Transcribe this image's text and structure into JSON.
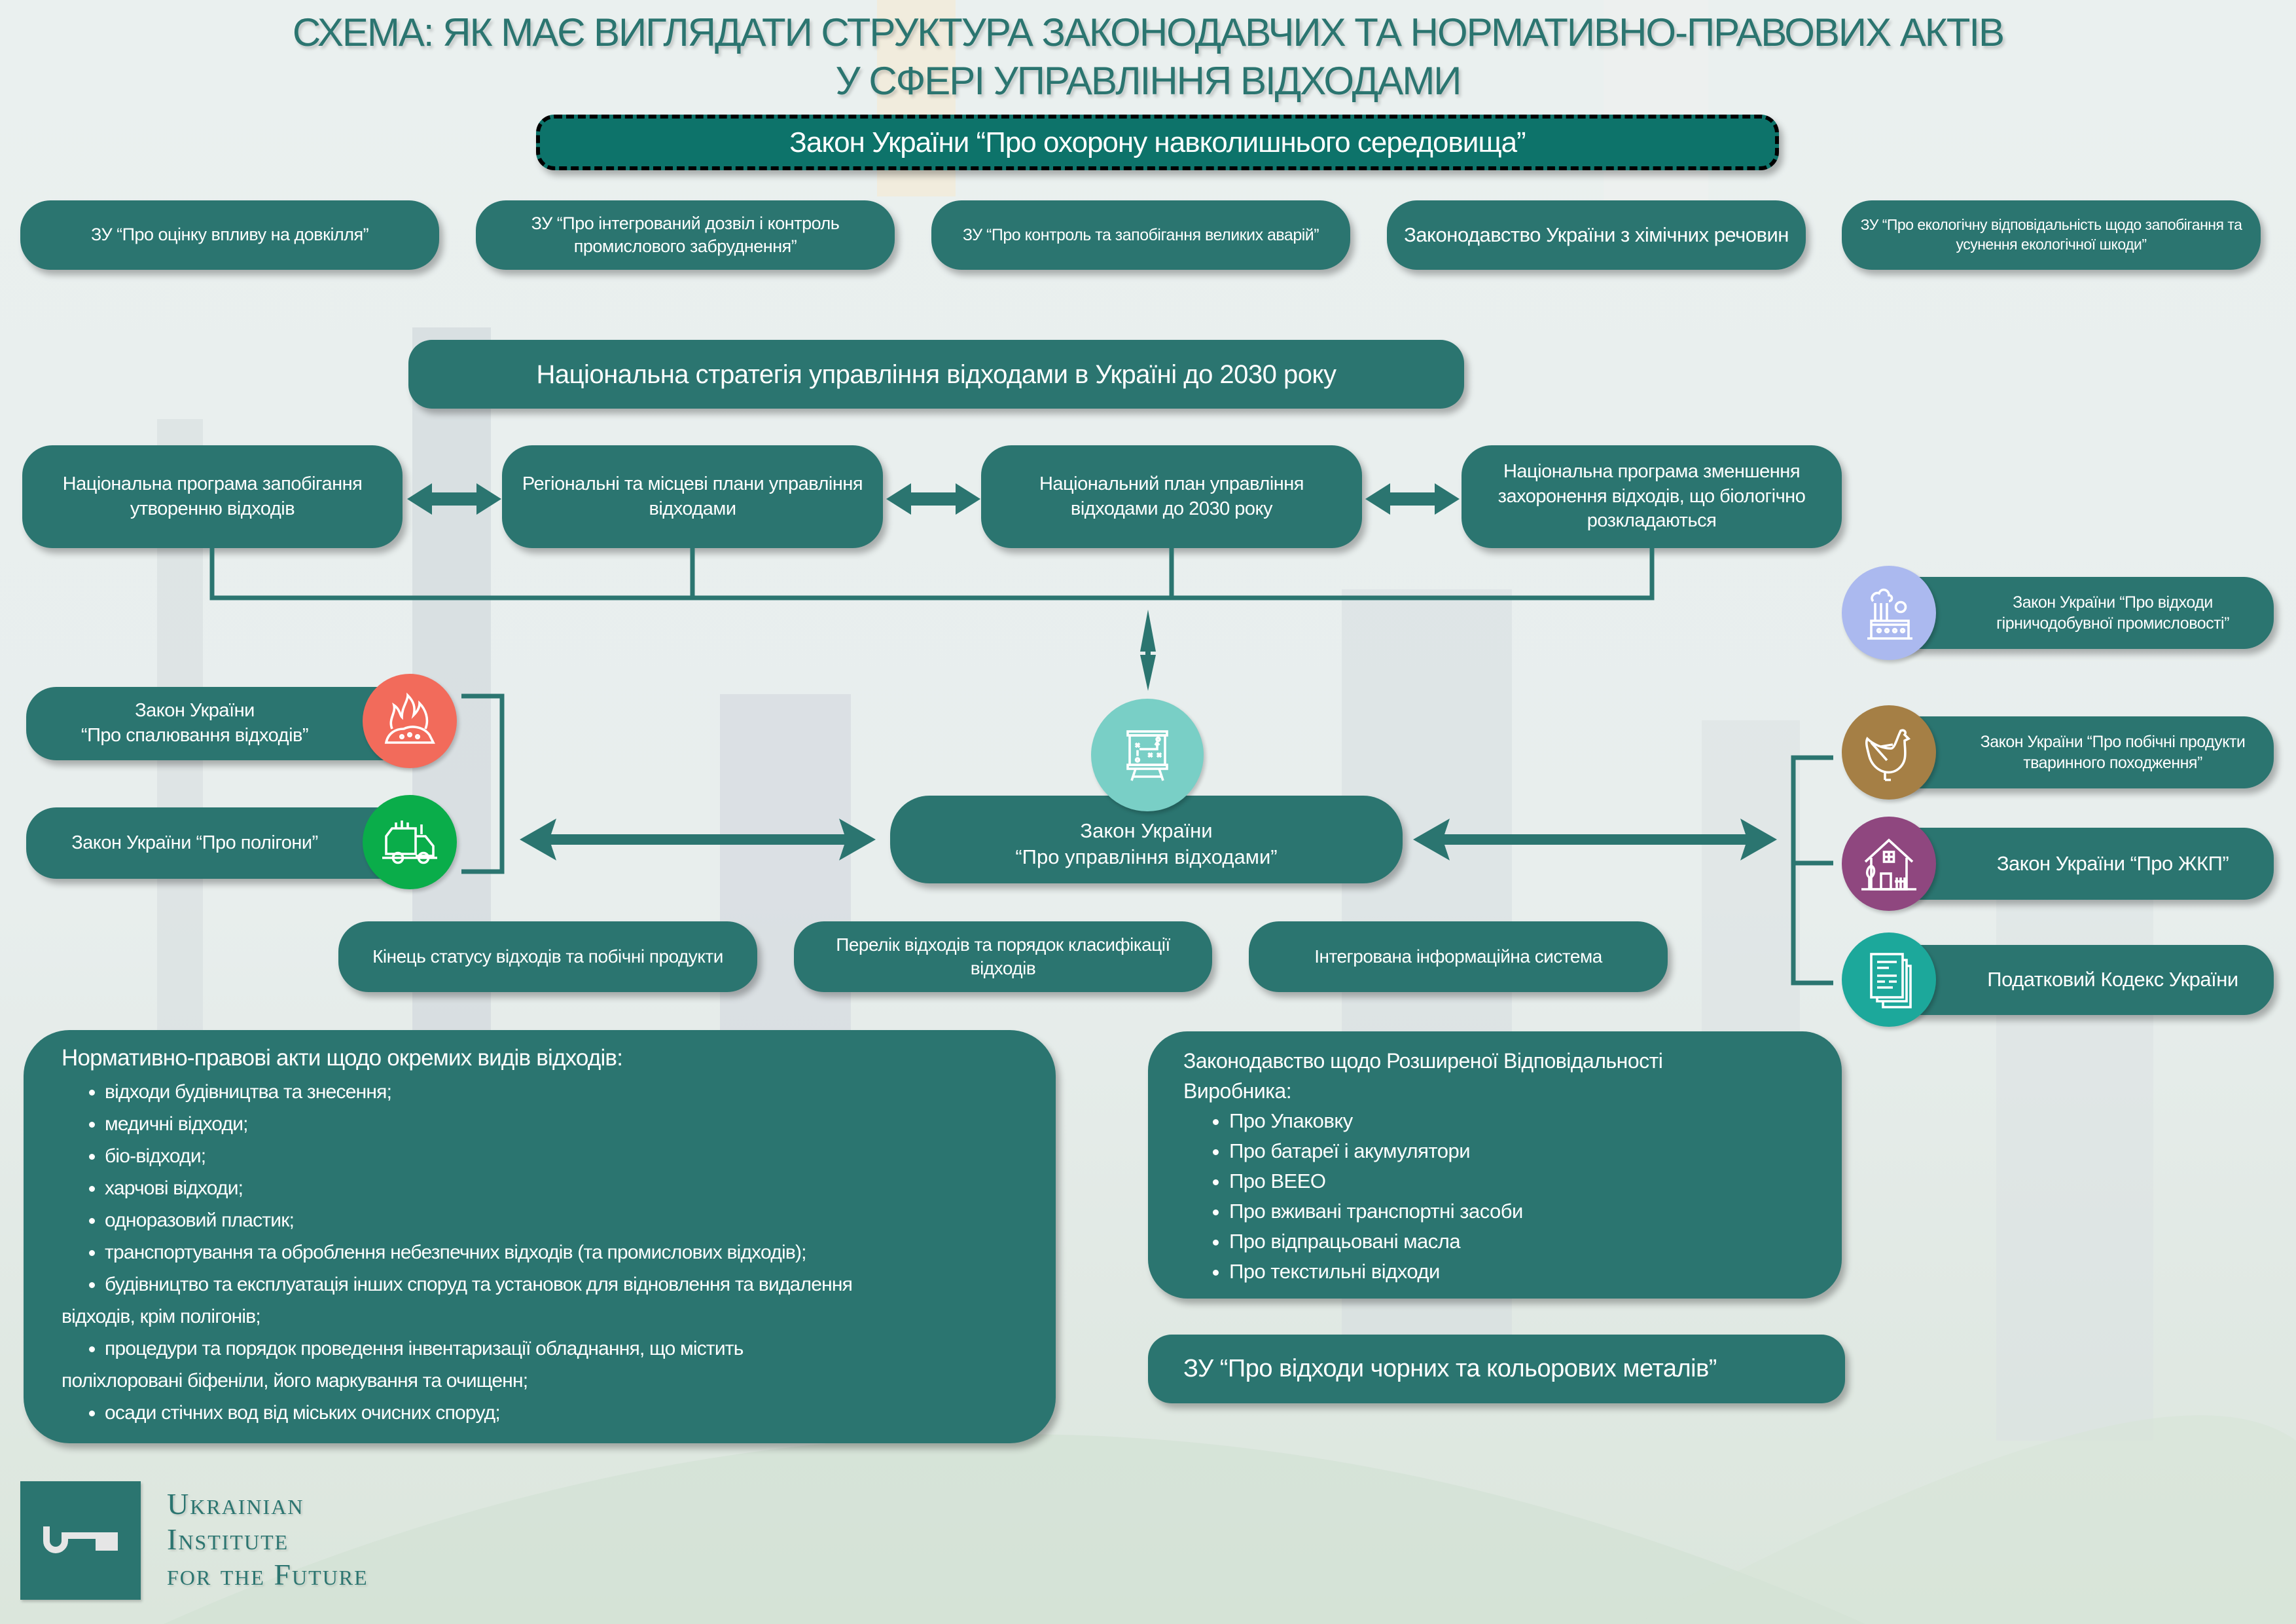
{
  "title": {
    "line1": "СХЕМА: ЯК МАЄ ВИГЛЯДАТИ СТРУКТУРА ЗАКОНОДАВЧИХ ТА НОРМАТИВНО-ПРАВОВИХ АКТІВ",
    "line2": "У СФЕРІ УПРАВЛІННЯ ВІДХОДАМИ"
  },
  "main_law": "Закон України “Про охорону навколишнього середовища”",
  "top_row": [
    "ЗУ “Про оцінку впливу на довкілля”",
    "ЗУ “Про інтегрований дозвіл і контроль промислового забруднення”",
    "ЗУ “Про контроль та запобігання великих аварій”",
    "Законодавство України з хімічних речовин",
    "ЗУ “Про екологічну відповідальність щодо запобігання та усунення екологічної шкоди”"
  ],
  "strategy": "Національна стратегія управління відходами в Україні до 2030 року",
  "plans": [
    "Національна програма запобігання утворенню відходів",
    "Регіональні та місцеві плани управління відходами",
    "Національний план управління відходами до 2030 року",
    "Національна програма зменшення захоронення відходів, що біологічно розкладаються"
  ],
  "central_law": {
    "line1": "Закон України",
    "line2": "“Про управління відходами”",
    "icon": "strategy-board-icon",
    "icon_color": "#79cfc6"
  },
  "left_laws": [
    {
      "line1": "Закон України",
      "line2": "“Про спалювання відходів”",
      "icon": "burning-waste-icon",
      "color": "#f26b5b"
    },
    {
      "line1": "Закон України “Про полігони”",
      "line2": "",
      "icon": "garbage-truck-icon",
      "color": "#0aad4a"
    }
  ],
  "right_laws": [
    {
      "text": "Закон України “Про відходи гірничодобувної промисловості”",
      "icon": "factory-icon",
      "color": "#abb9ef"
    },
    {
      "text": "Закон України “Про побічні продукти тваринного походження”",
      "icon": "chicken-icon",
      "color": "#a57f45"
    },
    {
      "text": "Закон України “Про ЖКП”",
      "icon": "house-icon",
      "color": "#8f477f"
    },
    {
      "text": "Податковий Кодекс України",
      "icon": "documents-icon",
      "color": "#1ca89b"
    }
  ],
  "bottom_row": [
    "Кінець статусу відходів та побічні продукти",
    "Перелік відходів та порядок класифікації відходів",
    "Інтегрована інформаційна система"
  ],
  "specific_acts": {
    "title": "Нормативно-правові акти щодо окремих видів відходів:",
    "items": [
      "відходи будівництва та знесення;",
      "медичні відходи;",
      "біо-відходи;",
      "харчові відходи;",
      "одноразовий пластик;",
      "транспортування та оброблення небезпечних відходів (та промислових відходів);",
      "будівництво та експлуатація інших споруд та установок для відновлення та видалення",
      "процедури та порядок проведення інвентаризації обладнання, що містить",
      "осади стічних вод від міських очисних споруд;"
    ],
    "continuations": {
      "6": "відходів, крім полігонів;",
      "7": "поліхлоровані біфеніли, його маркування та очищенн;"
    }
  },
  "epr": {
    "title": "Законодавство щодо Розширеної Відповідальності Виробника:",
    "items": [
      "Про Упаковку",
      "Про батареї і акумулятори",
      "Про ВЕЕО",
      "Про вживані транспортні засоби",
      "Про відпрацьовані масла",
      "Про текстильні відходи"
    ]
  },
  "metals_law": "ЗУ “Про відходи чорних та кольорових металів”",
  "logo": {
    "line1": "Ukrainian",
    "line2": "Institute",
    "line3": "for the Future"
  },
  "colors": {
    "box": "#2b7570",
    "main_law": "#0d736a",
    "title": "#2b7570"
  }
}
